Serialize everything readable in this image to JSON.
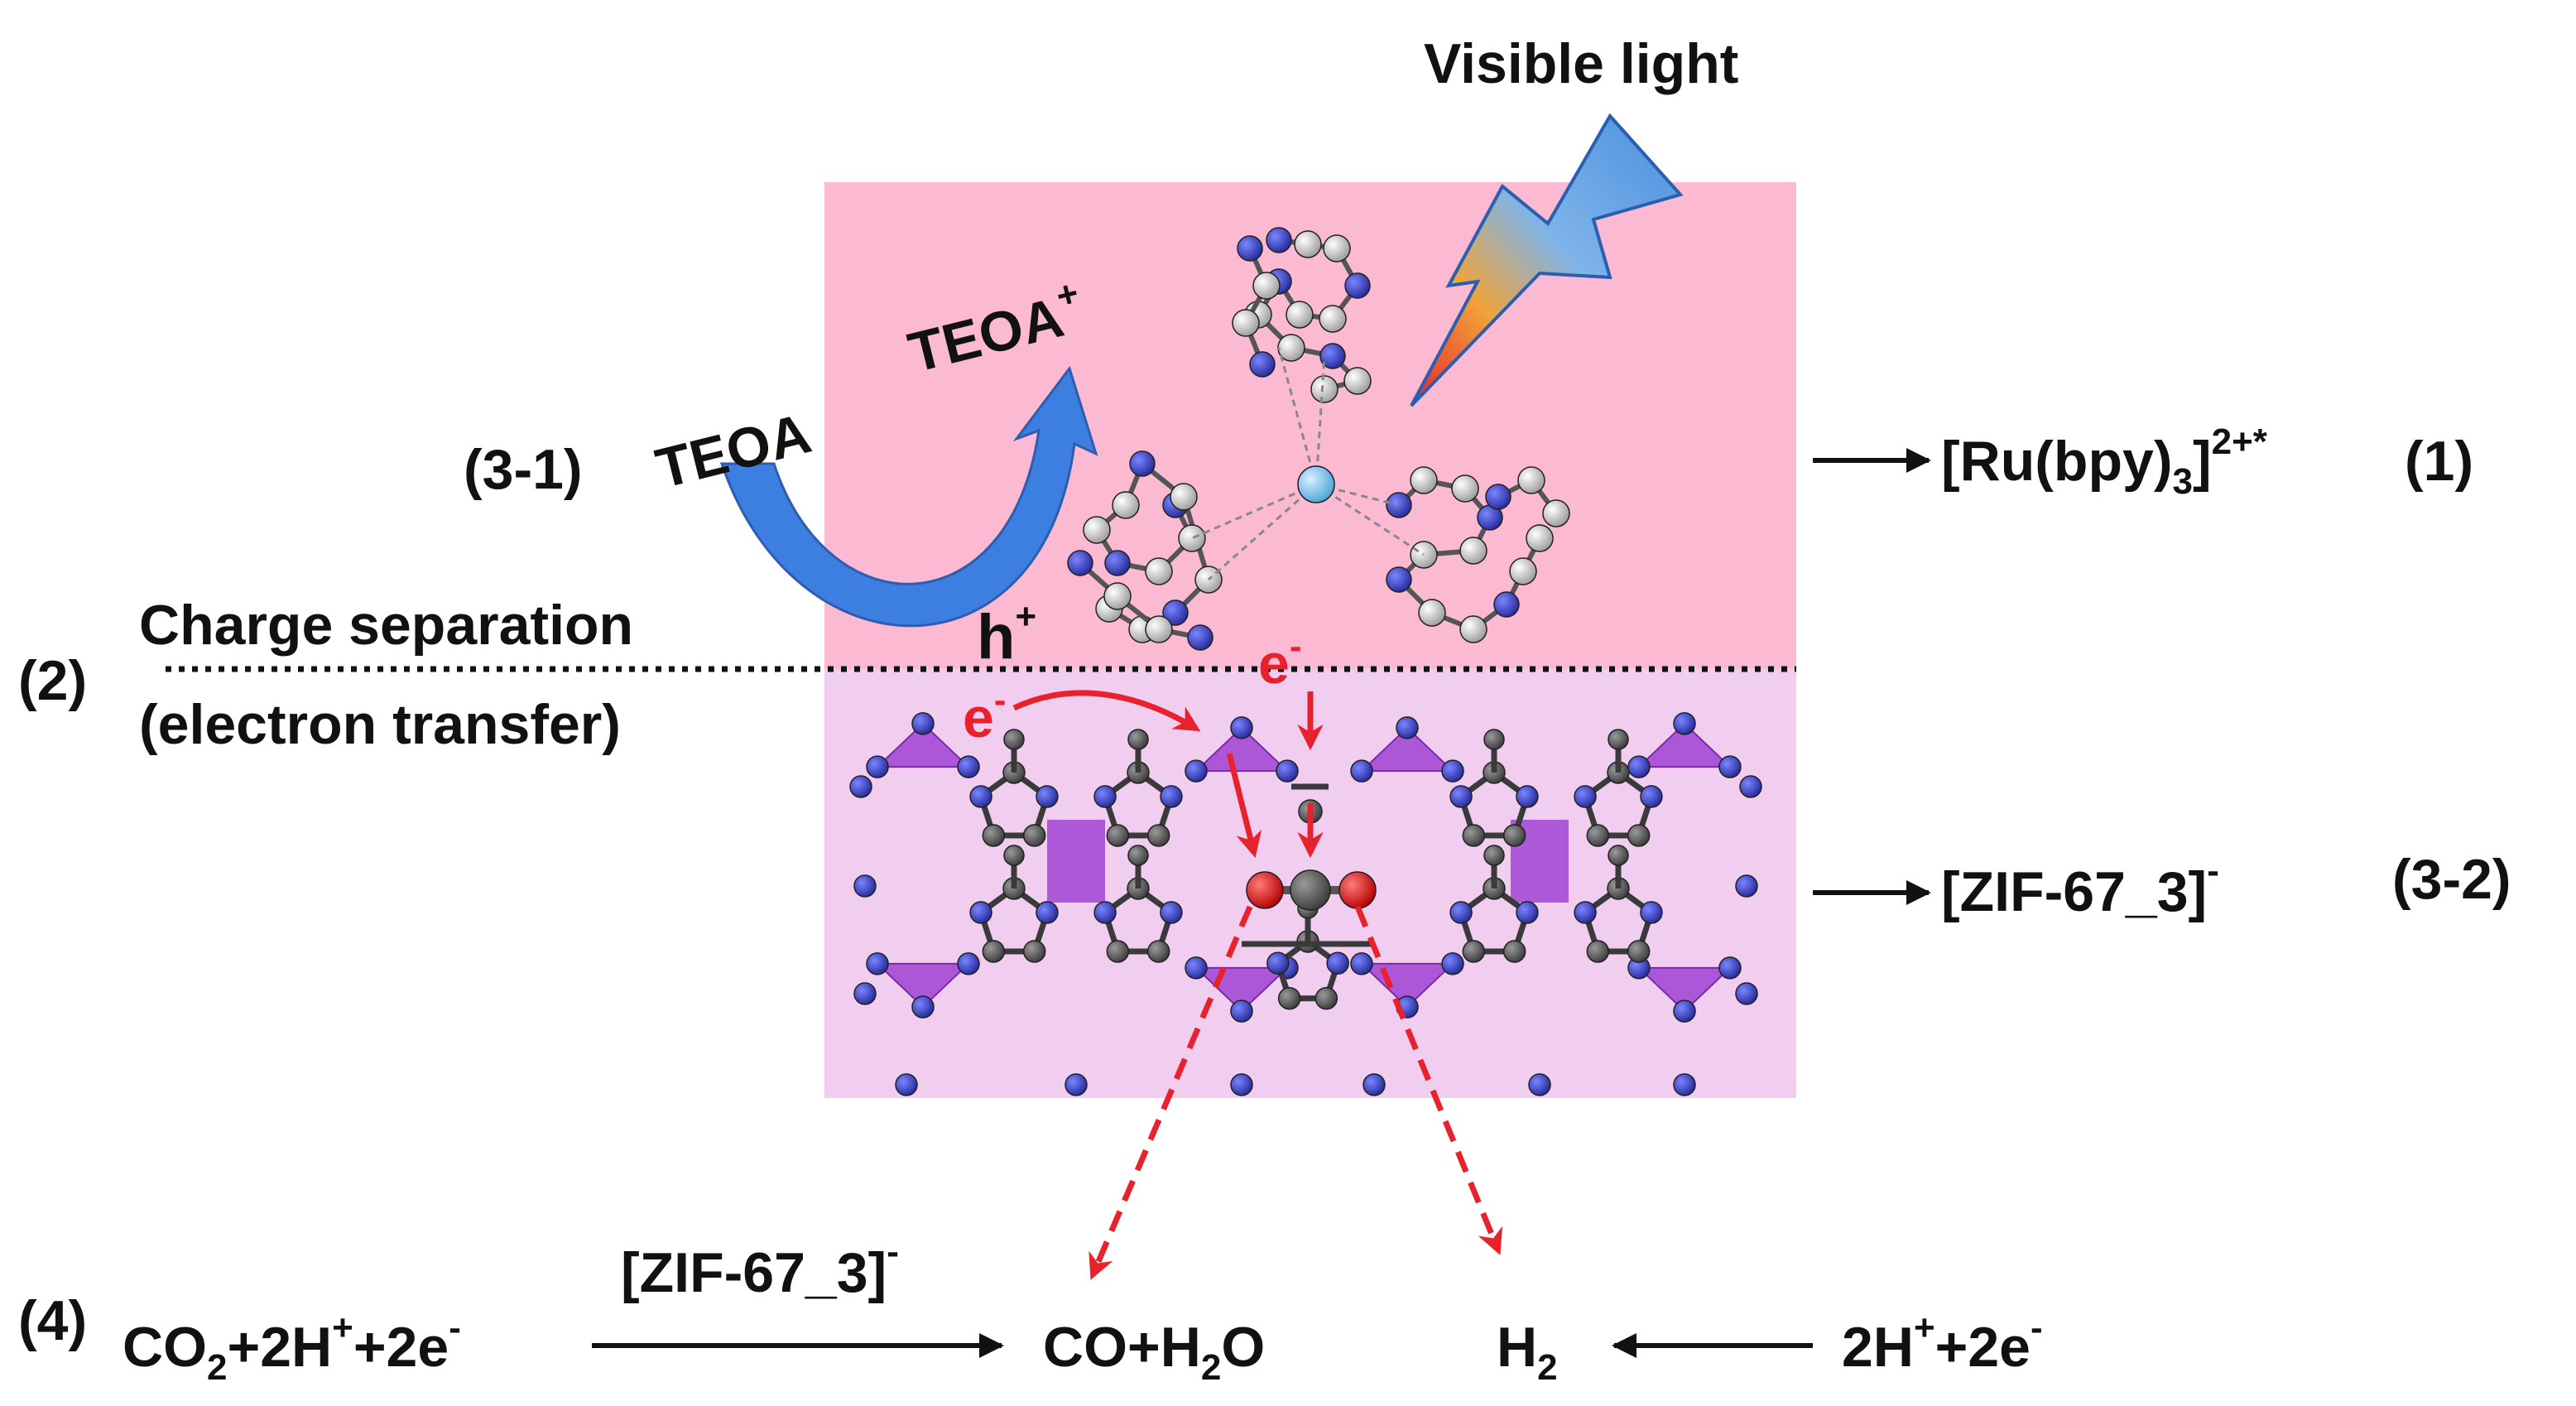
{
  "colors": {
    "top_panel": "#fbb9d2",
    "bottom_panel": "#f1cdef",
    "electron_arrow": "#e8222c",
    "teoa_arrow": "#3d7fe0",
    "cobalt_tetra": "#a64dd6",
    "nitrogen_atom": "#3b46c4",
    "carbon_atom": "#575757",
    "oxygen_atom": "#e62020",
    "ru_atom": "#8fd0ee"
  },
  "labels": {
    "visible_light": "Visible light",
    "step_3_1": "(3-1)",
    "teoa": "TEOA",
    "teoa_plus_base": "TEOA",
    "teoa_plus_sup": "+",
    "hole_base": "h",
    "hole_sup": "+",
    "charge_separation": "Charge separation",
    "step_2": "(2)",
    "electron_transfer": "(electron transfer)",
    "electron_base": "e",
    "electron_sup": "-",
    "ru_complex_a": "[Ru(bpy)",
    "ru_complex_sub": "3",
    "ru_complex_b": "]",
    "ru_complex_sup": "2+*",
    "step_1": "(1)",
    "zif_label": "[ZIF-67_3]",
    "zif_sup": "-",
    "step_3_2": "(3-2)",
    "step_4": "(4)",
    "co2_a": "CO",
    "co2_sub": "2",
    "co2_b": "+2H",
    "co2_sup1": "+",
    "co2_c": "+2e",
    "co2_sup2": "-",
    "catalyst_label": "[ZIF-67_3]",
    "catalyst_sup": "-",
    "product_a": "CO+H",
    "product_sub": "2",
    "product_b": "O",
    "h2_a": "H",
    "h2_sub": "2",
    "proton_a": "2H",
    "proton_sup1": "+",
    "proton_b": "+2e",
    "proton_sup2": "-"
  }
}
